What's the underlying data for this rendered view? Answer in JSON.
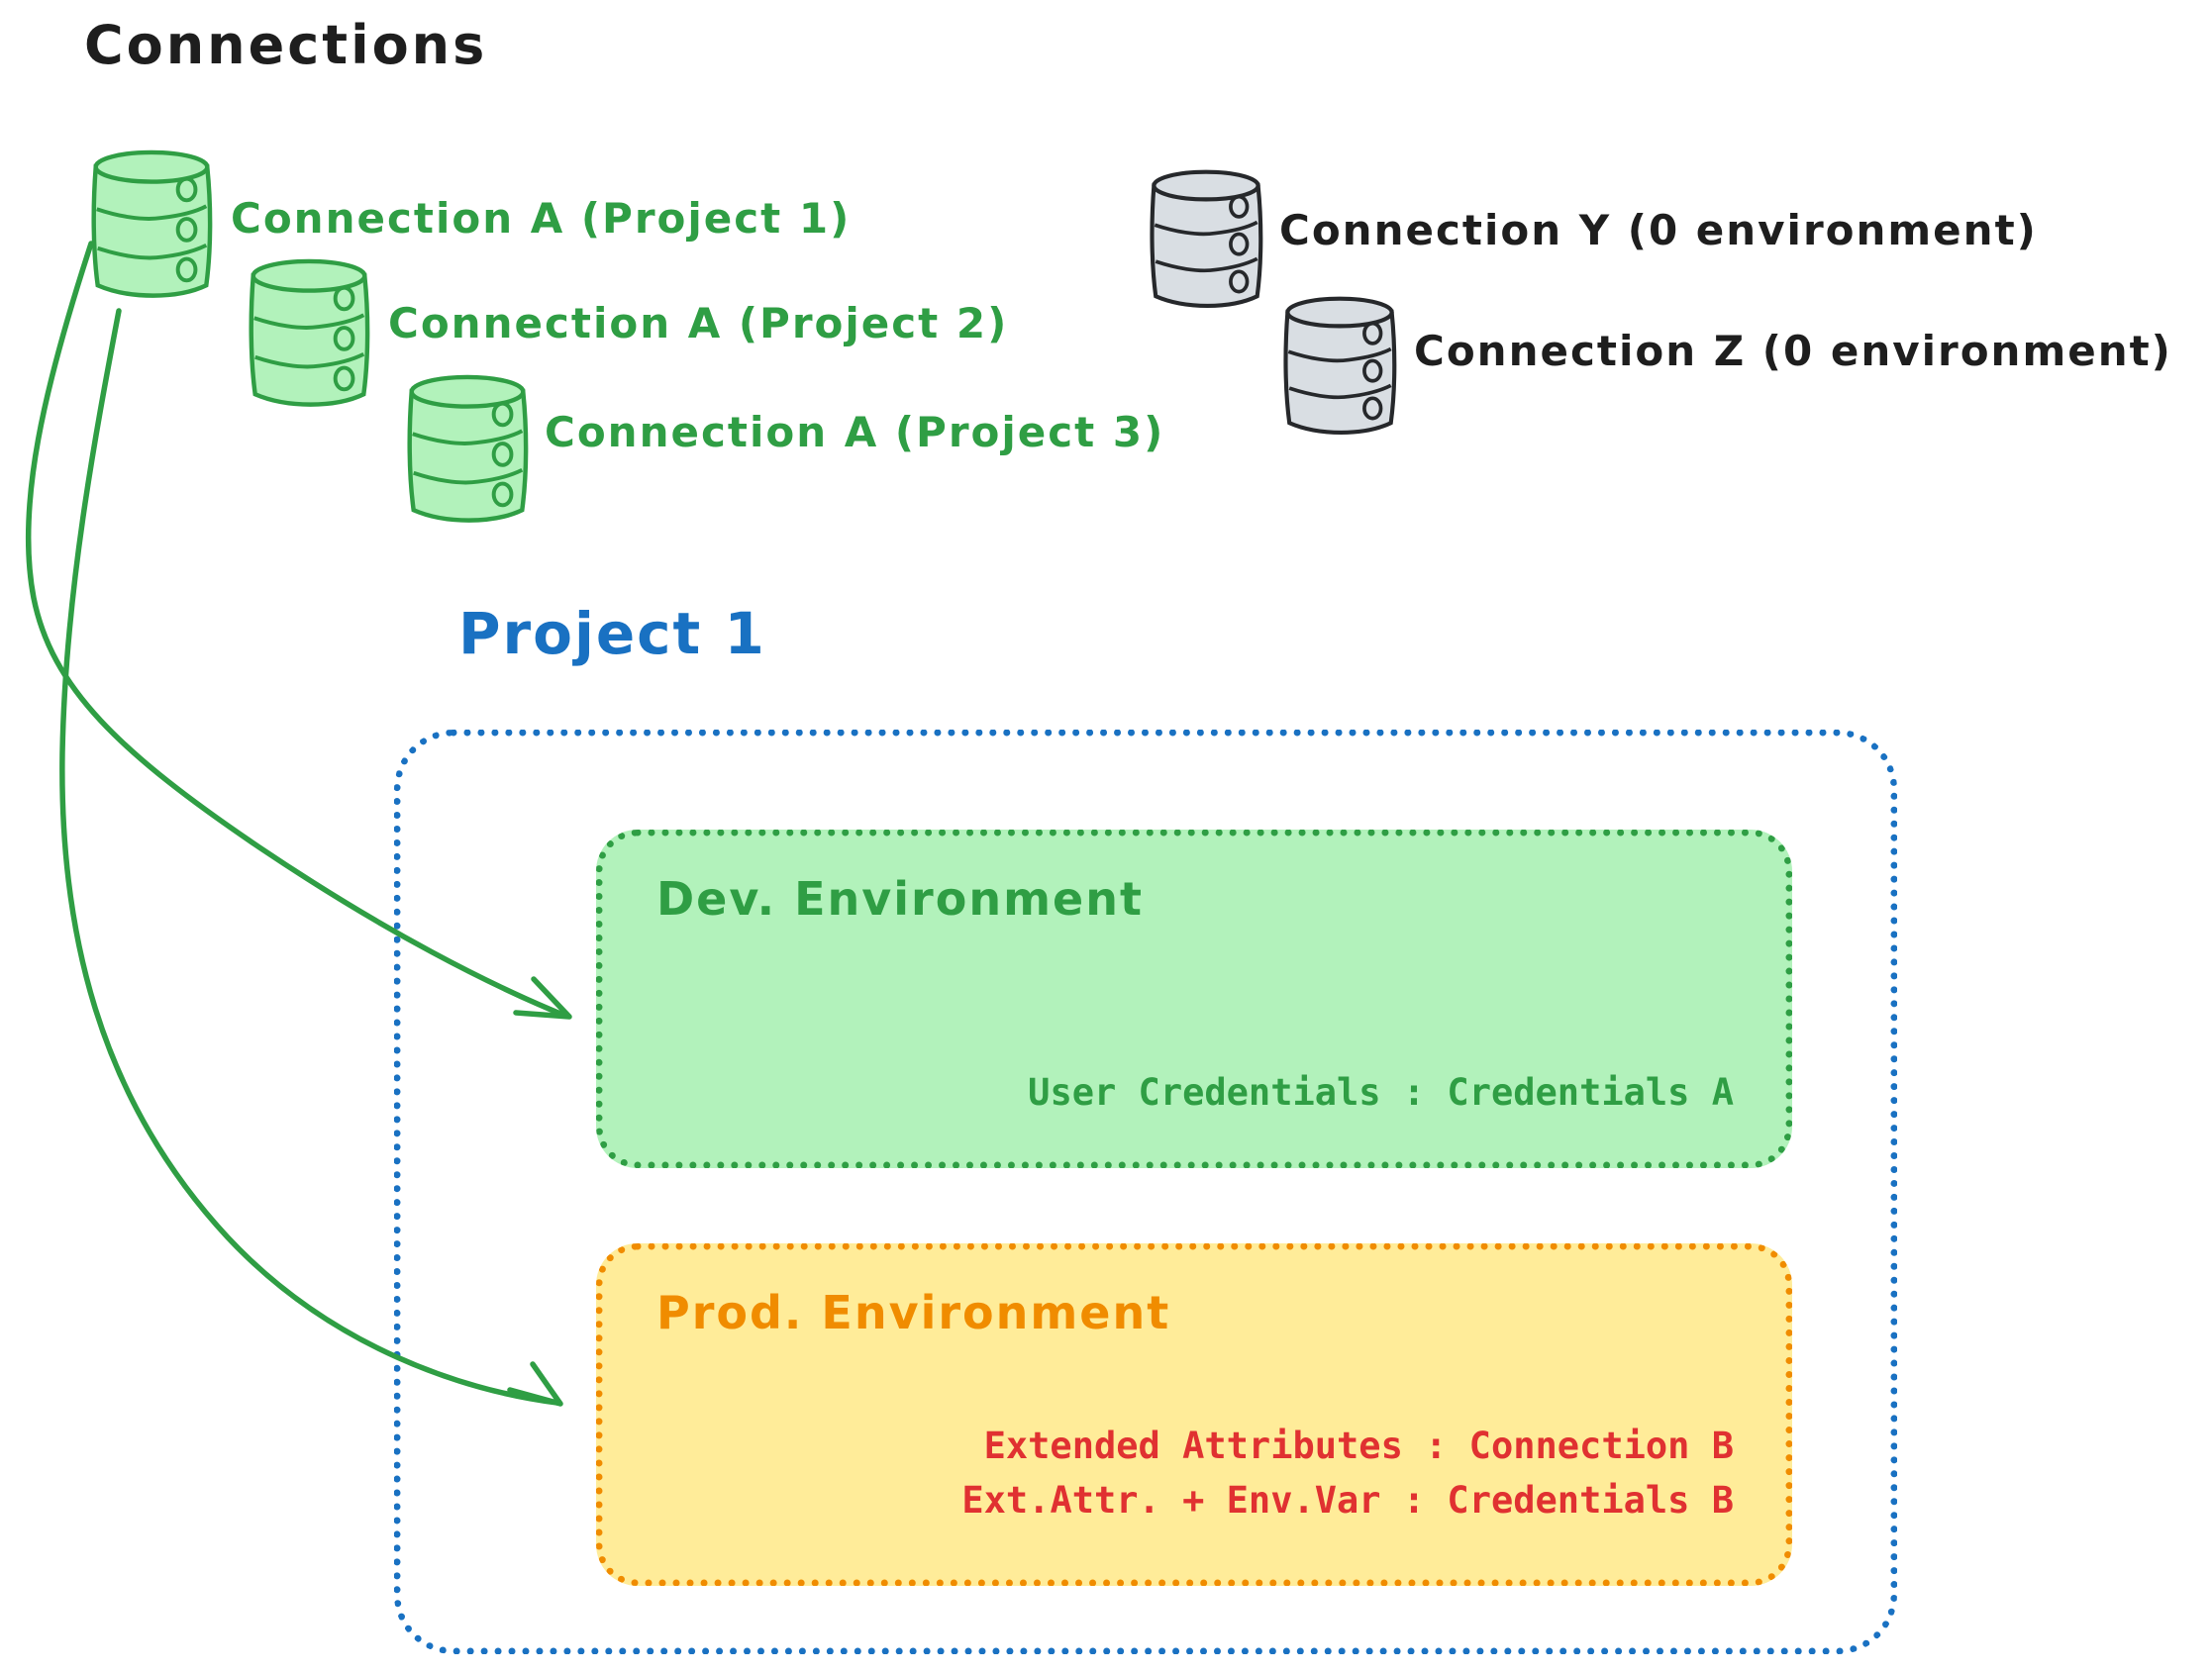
{
  "title": "Connections",
  "colors": {
    "black": "#1e1e1e",
    "green": "#2f9e44",
    "green_fill": "#b2f2bb",
    "gray_stroke": "#26282b",
    "gray_fill": "#d9dee3",
    "blue": "#1971c2",
    "orange": "#f08c00",
    "yellow_fill": "#ffec99",
    "red": "#e03131"
  },
  "connections": {
    "green": [
      {
        "label": "Connection A (Project 1)"
      },
      {
        "label": "Connection A (Project 2)"
      },
      {
        "label": "Connection A (Project 3)"
      }
    ],
    "gray": [
      {
        "label": "Connection Y (0 environment)"
      },
      {
        "label": "Connection Z (0 environment)"
      }
    ]
  },
  "project": {
    "title": "Project 1",
    "dev": {
      "title": "Dev. Environment",
      "mapping": "User Credentials : Credentials A"
    },
    "prod": {
      "title": "Prod. Environment",
      "mappings": [
        "Extended Attributes : Connection B",
        "Ext.Attr. + Env.Var : Credentials B"
      ]
    }
  }
}
